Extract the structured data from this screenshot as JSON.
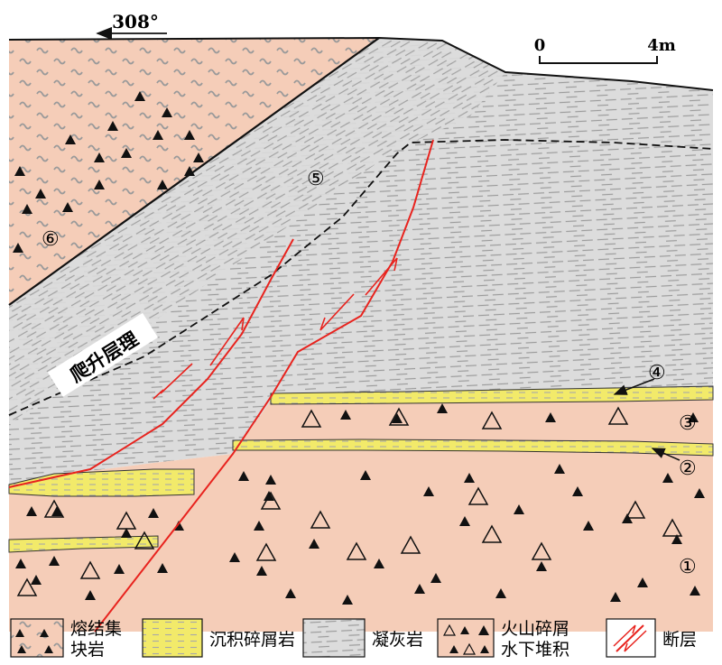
{
  "direction": {
    "azimuth": "308°"
  },
  "scale_bar": {
    "start": "0",
    "end": "4m"
  },
  "annotation": {
    "climbing_bedding": "爬升层理"
  },
  "layer_markers": [
    "①",
    "②",
    "③",
    "④",
    "⑤",
    "⑥"
  ],
  "legend": {
    "items": [
      {
        "line1": "熔结集",
        "line2": "块岩"
      },
      {
        "line1": "沉积碎屑岩",
        "line2": ""
      },
      {
        "line1": "凝灰岩",
        "line2": ""
      },
      {
        "line1": "火山碎屑",
        "line2": "水下堆积"
      },
      {
        "line1": "断层",
        "line2": ""
      }
    ]
  },
  "colors": {
    "pink_fill": "#f5cdb8",
    "tuff_fill": "#dcdcdc",
    "sediment_fill": "#f2ea6a",
    "fault_red": "#e8231e",
    "outline": "#111111"
  }
}
